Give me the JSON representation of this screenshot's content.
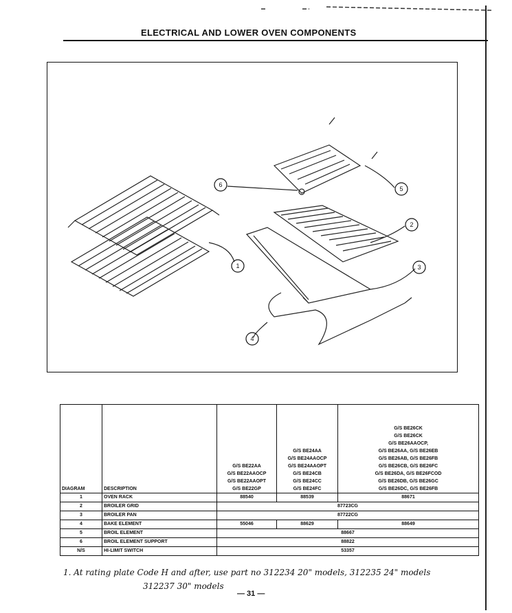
{
  "header": {
    "title": "ELECTRICAL AND LOWER OVEN COMPONENTS"
  },
  "callouts": [
    "1",
    "2",
    "3",
    "4",
    "5",
    "6"
  ],
  "table": {
    "col_headers": {
      "diagram": "DIAGRAM",
      "description": "DESCRIPTION",
      "models_a": [
        "G/S BE22AA",
        "G/S BE22AAOCP",
        "G/S BE22AAOPT",
        "G/S BE22GP"
      ],
      "models_b": [
        "G/S BE24AA",
        "G/S BE24AAOCP",
        "G/S BE24AAOPT",
        "G/S BE24CB",
        "G/S BE24CC",
        "G/S BE24FC"
      ],
      "models_c": [
        "G/S BE26CK",
        "G/S BE26CK",
        "G/S BE26AAOCP,",
        "G/S BE26AA, G/S BE26EB",
        "G/S BE26AB, G/S BE26FB",
        "G/S BE26CB, G/S BE26FC",
        "G/S BE26DA, G/S BE26FCOD",
        "G/S BE26DB, G/S BE26GC",
        "G/S BE26DC, G/S BE26FB"
      ]
    },
    "rows": [
      {
        "diagram": "1",
        "description": "OVEN RACK",
        "a": "88540",
        "b": "88539",
        "c": "88671"
      },
      {
        "diagram": "2",
        "description": "BROILER GRID",
        "all": "87723CG"
      },
      {
        "diagram": "3",
        "description": "BROILER PAN",
        "all": "87722CG"
      },
      {
        "diagram": "4",
        "description": "BAKE ELEMENT",
        "a": "55046",
        "b": "88629",
        "c": "88649"
      },
      {
        "diagram": "5",
        "description": "BROIL ELEMENT",
        "all": "88667"
      },
      {
        "diagram": "6",
        "description": "BROIL ELEMENT SUPPORT",
        "all": "88822"
      },
      {
        "diagram": "N/S",
        "description": "HI-LIMIT SWITCH",
        "all": "53357"
      }
    ]
  },
  "note": {
    "line1": "1. At rating plate Code H and after, use part no 312234 20\" models, 312235 24\" models",
    "line2": "312237 30\" models"
  },
  "footer": {
    "page": "— 31 —"
  }
}
